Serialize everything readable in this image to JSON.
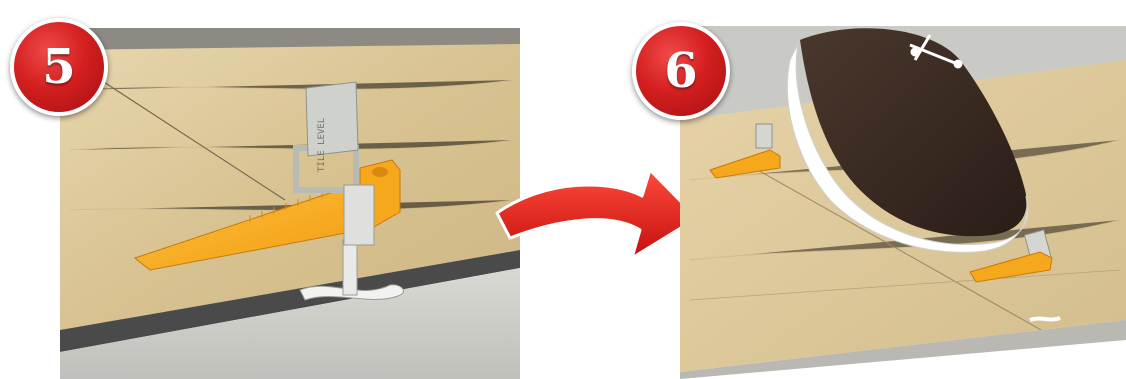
{
  "steps": [
    {
      "number": "5",
      "badge_color": "#d41f1f"
    },
    {
      "number": "6",
      "badge_color": "#d41f1f"
    }
  ],
  "clip_text": "TILE LEVEL",
  "arrow": {
    "icon": "curved-right-arrow-icon",
    "color": "#e01b1b"
  },
  "colors": {
    "tile": "#dcc89c",
    "wedge": "#f5a81c",
    "clip": "#d9dbd8",
    "shoe": "#3a2a22",
    "shoe_sole": "#ffffff"
  }
}
